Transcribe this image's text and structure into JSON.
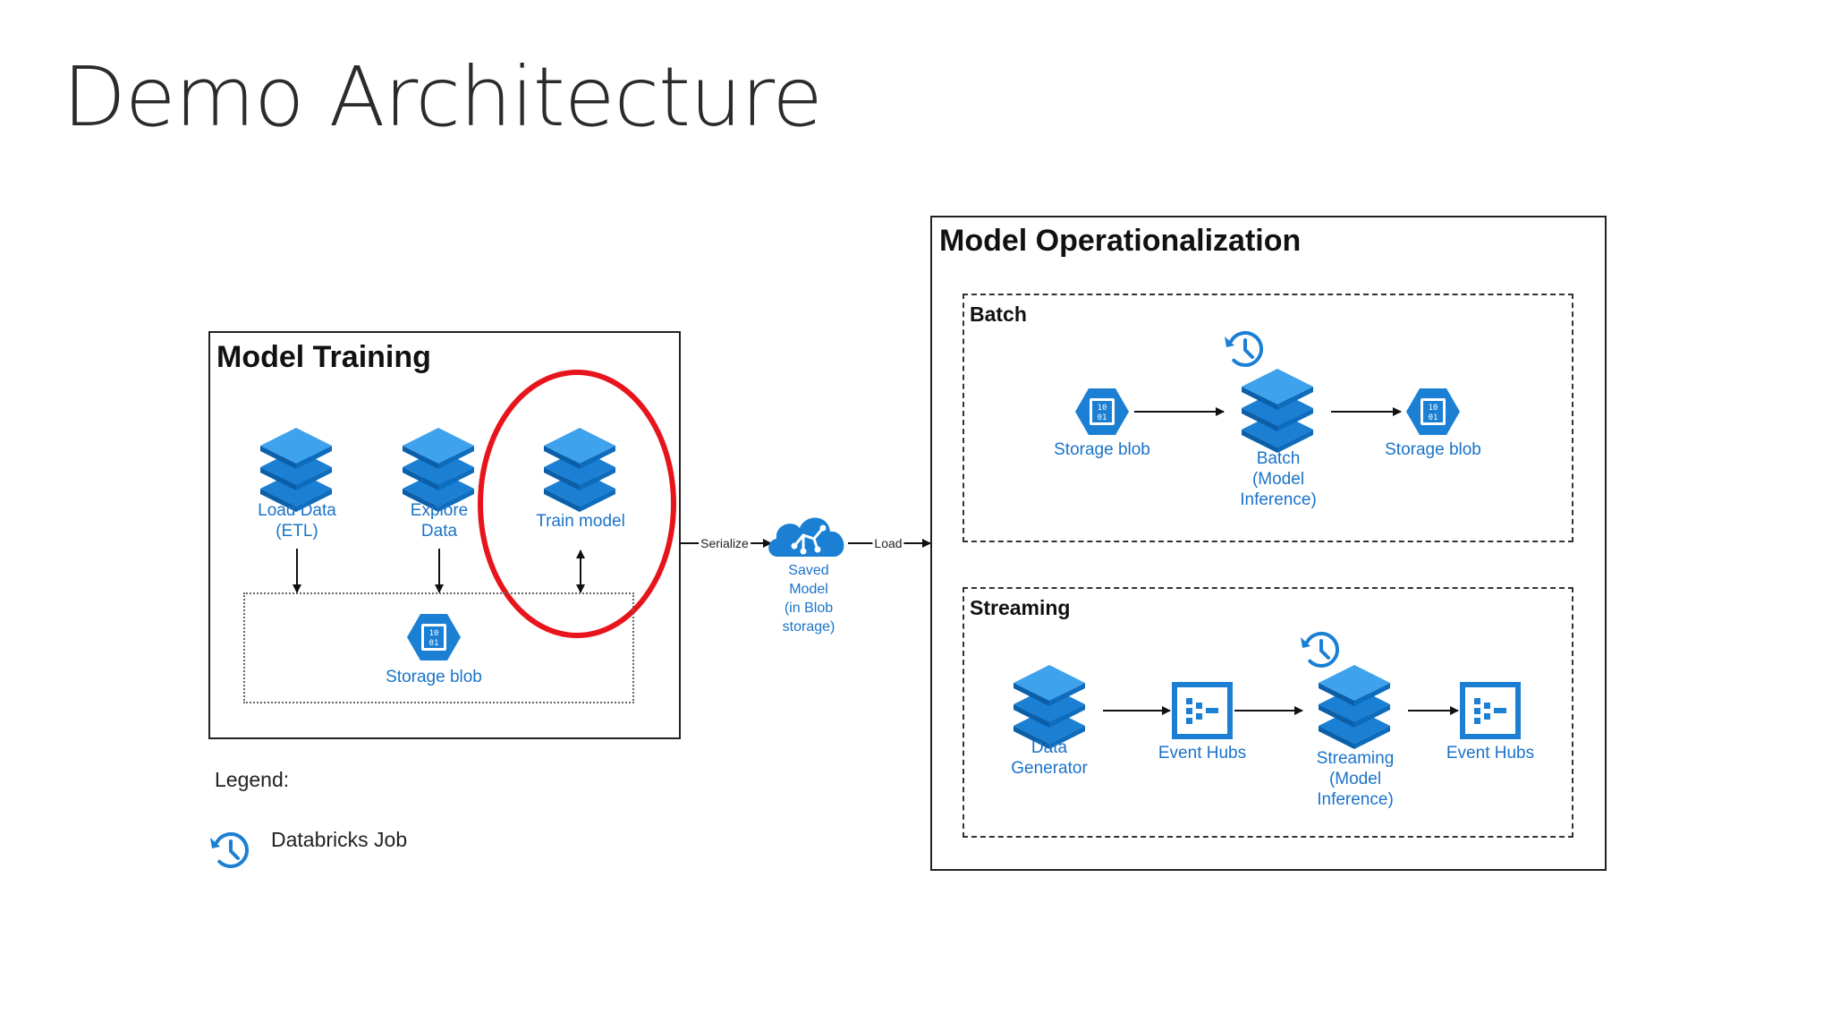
{
  "slide": {
    "title": "Demo Architecture"
  },
  "model_training": {
    "title": "Model Training",
    "load_data": "Load Data\n(ETL)",
    "explore_data": "Explore\nData",
    "train_model": "Train model",
    "storage_blob": "Storage blob"
  },
  "middle": {
    "serialize": "Serialize",
    "saved_model": "Saved\nModel\n(in Blob\nstorage)",
    "load": "Load"
  },
  "model_operationalization": {
    "title": "Model Operationalization",
    "batch": {
      "title": "Batch",
      "storage_blob_in": "Storage blob",
      "batch_inference": "Batch\n(Model\nInference)",
      "storage_blob_out": "Storage blob"
    },
    "streaming": {
      "title": "Streaming",
      "data_generator": "Data\nGenerator",
      "event_hubs_in": "Event Hubs",
      "streaming_inference": "Streaming\n(Model\nInference)",
      "event_hubs_out": "Event Hubs"
    }
  },
  "legend": {
    "title": "Legend:",
    "databricks_job": "Databricks Job"
  },
  "colors": {
    "icon_blue": "#1b7fd4",
    "icon_light": "#3fa2ec",
    "label_blue": "#1a73c9",
    "highlight_red": "#e8141c"
  }
}
